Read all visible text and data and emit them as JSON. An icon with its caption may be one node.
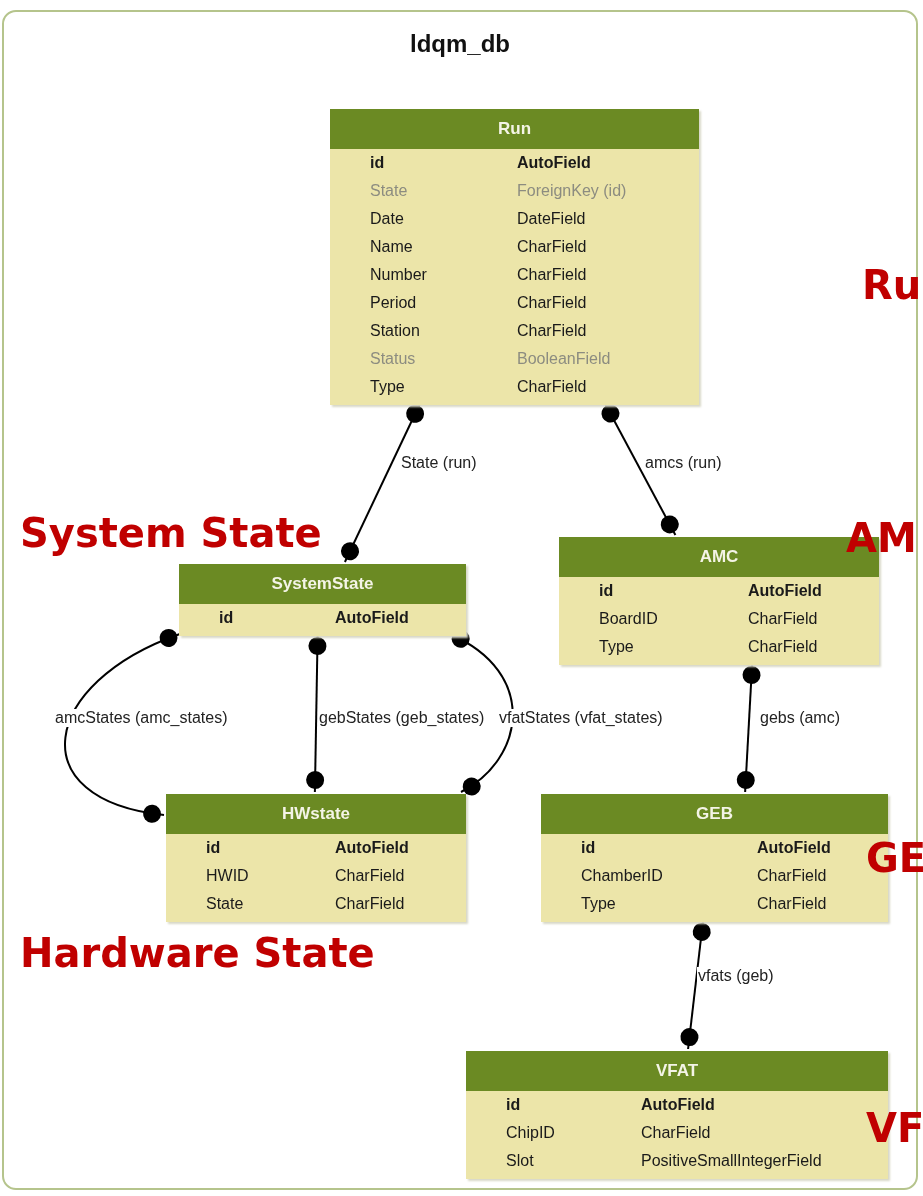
{
  "diagram": {
    "nodes": [
      {
        "text": [
          "ldqm_db"
        ]
      },
      {
        "text": [
          "Run",
          "id",
          "AutoField",
          "State",
          "ForeignKey (id)",
          "Date",
          "DateField",
          "Name",
          "CharField",
          "Number",
          "CharField",
          "Period",
          "CharField",
          "Station",
          "CharField",
          "Status",
          "BooleanField",
          "Type",
          "CharField"
        ],
        "in": 0
      },
      {
        "text": [
          "SystemState",
          "id",
          "AutoField"
        ],
        "in": 0
      },
      {
        "text": [
          "AMC",
          "id",
          "AutoField",
          "BoardID",
          "CharField",
          "Type",
          "CharField"
        ],
        "in": 0
      },
      {
        "text": [
          "HWstate",
          "id",
          "AutoField",
          "HWID",
          "CharField",
          "State",
          "CharField"
        ],
        "in": 0
      },
      {
        "text": [
          "GEB",
          "id",
          "AutoField",
          "ChamberID",
          "CharField",
          "Type",
          "CharField"
        ],
        "in": 0
      },
      {
        "text": [
          "VFAT",
          "id",
          "AutoField",
          "ChipID",
          "CharField",
          "Slot",
          "PositiveSmallIntegerField"
        ],
        "in": 0
      }
    ],
    "edges": [
      {
        "from": 1,
        "to": 2,
        "arrow": "other",
        "label": "State (run)"
      },
      {
        "from": 1,
        "to": 3,
        "arrow": "other",
        "label": "amcs (run)"
      },
      {
        "from": 2,
        "to": 4,
        "arrow": "other",
        "label": "amcStates (amc_states)"
      },
      {
        "from": 2,
        "to": 4,
        "arrow": "other",
        "label": "gebStates (geb_states)"
      },
      {
        "from": 2,
        "to": 4,
        "arrow": "other",
        "label": "vfatStates (vfat_states)"
      },
      {
        "from": 3,
        "to": 5,
        "arrow": "other",
        "label": "gebs (amc)"
      },
      {
        "from": 5,
        "to": 6,
        "arrow": "other",
        "label": "vfats (geb)"
      }
    ],
    "labels": [
      "Ru",
      "System State",
      "AM",
      "GE",
      "Hardware State",
      "VF"
    ]
  }
}
